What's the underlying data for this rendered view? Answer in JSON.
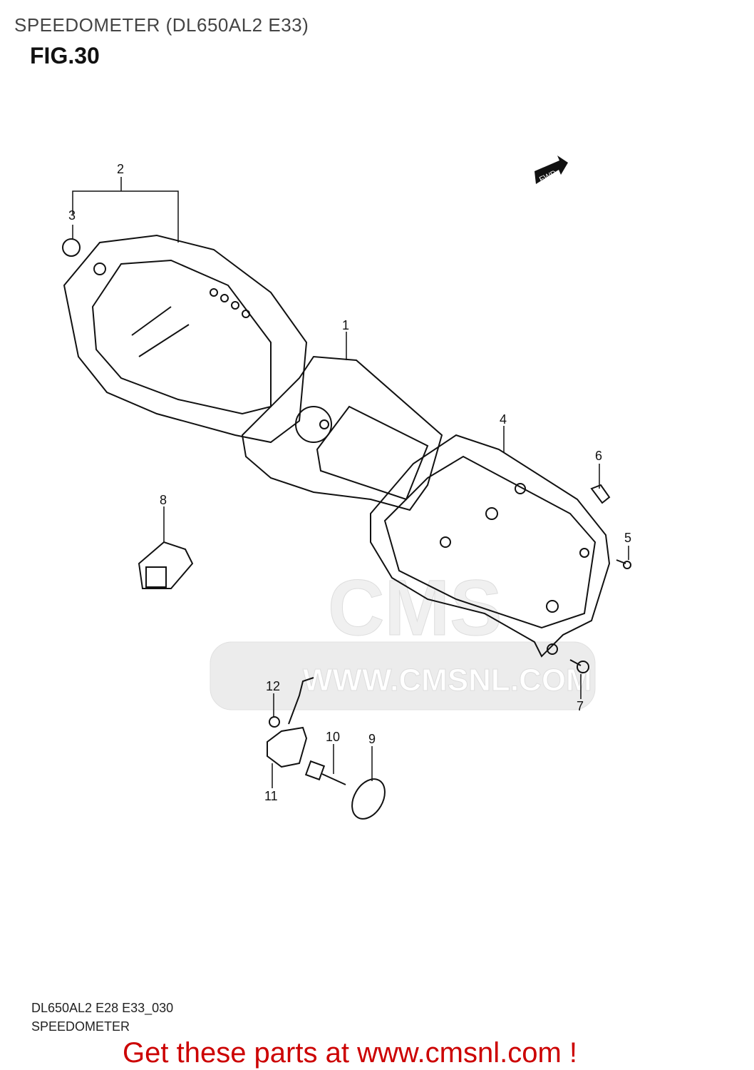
{
  "header": {
    "title": "SPEEDOMETER (DL650AL2 E33)",
    "figure": "FIG.30"
  },
  "diagram": {
    "fwd_label": "FWD",
    "watermark": "WWW.CMSNL.COM",
    "callouts": [
      "1",
      "2",
      "3",
      "4",
      "5",
      "6",
      "7",
      "8",
      "9",
      "10",
      "11",
      "12"
    ]
  },
  "footer": {
    "code": "DL650AL2 E28 E33_030",
    "name": "SPEEDOMETER",
    "promo": "Get these parts at www.cmsnl.com !"
  },
  "colors": {
    "promo": "#cc0000",
    "watermark": "#e6e6e6"
  }
}
